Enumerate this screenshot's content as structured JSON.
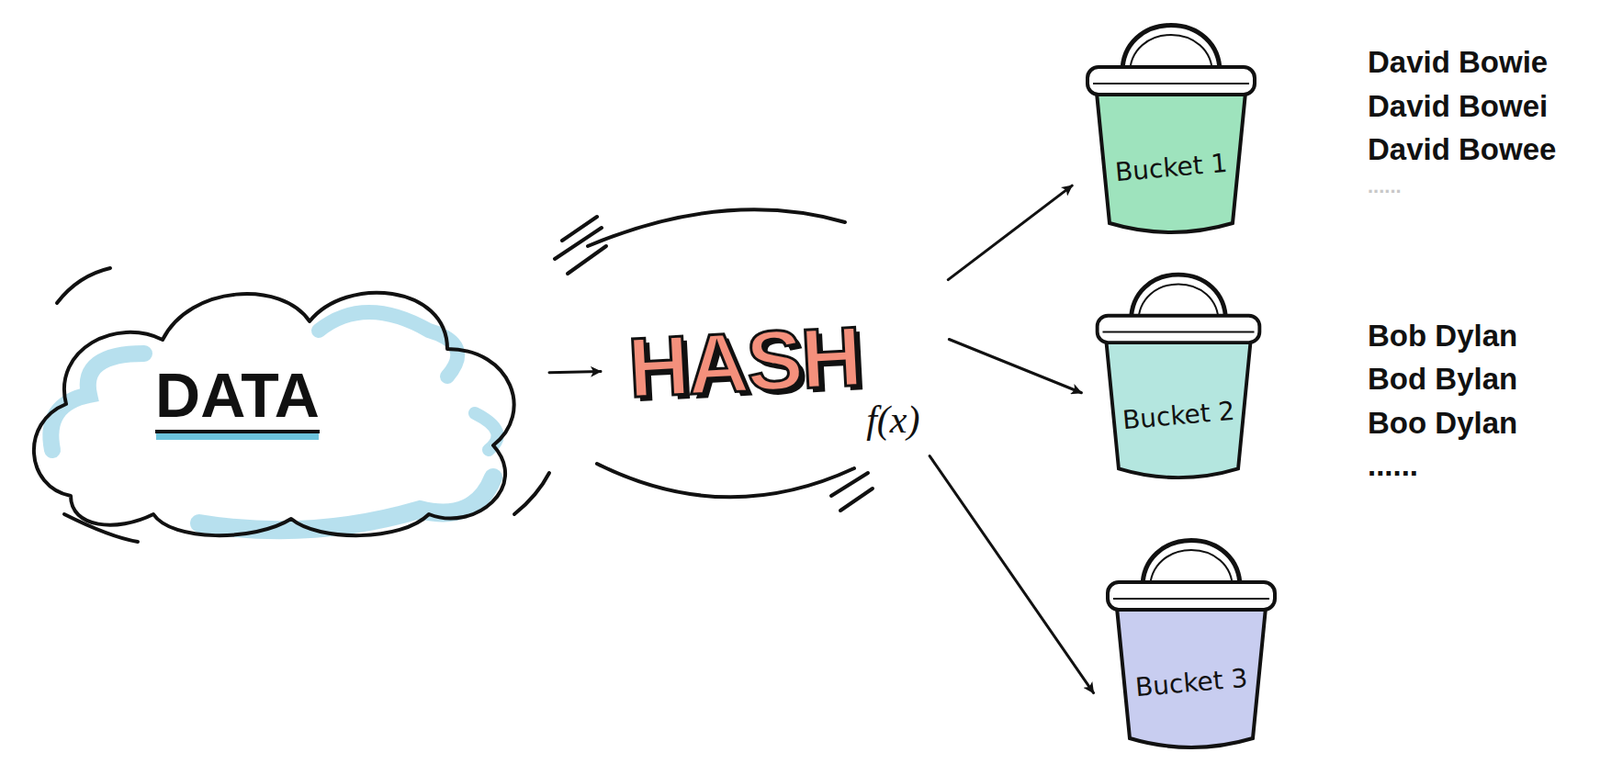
{
  "diagram": {
    "nodes": [
      {
        "text": [
          "DATA"
        ]
      },
      {
        "text": [
          "HASH",
          "f(x)"
        ]
      },
      {
        "text": [
          "Bucket 1"
        ]
      },
      {
        "text": [
          "Bucket 2"
        ]
      },
      {
        "text": [
          "Bucket 3"
        ]
      }
    ],
    "edges": [
      {
        "from": 0,
        "to": 1,
        "arrow": "to"
      },
      {
        "from": 1,
        "to": 2,
        "arrow": "to"
      },
      {
        "from": 1,
        "to": 3,
        "arrow": "to"
      },
      {
        "from": 1,
        "to": 4,
        "arrow": "to"
      }
    ],
    "labels": [
      "David Bowie",
      "David Bowei",
      "David Bowee",
      "......",
      "Bob Dylan",
      "Bod Bylan",
      "Boo Dylan",
      "......"
    ]
  }
}
